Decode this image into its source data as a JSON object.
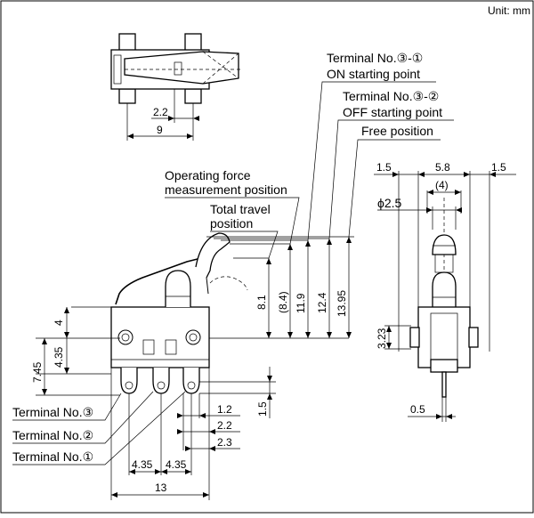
{
  "unit_label": "Unit: mm",
  "labels": {
    "on_start_1": "Terminal No.③-①",
    "on_start_2": "ON starting point",
    "off_start_1": "Terminal No.③-②",
    "off_start_2": "OFF starting point",
    "free_position": "Free position",
    "op_force_1": "Operating force",
    "op_force_2": "measurement position",
    "total_travel_1": "Total travel",
    "total_travel_2": "position",
    "terminal_3": "Terminal No.③",
    "terminal_2": "Terminal No.②",
    "terminal_1": "Terminal No.①"
  },
  "dims": {
    "top_2_2": "2.2",
    "top_9": "9",
    "h_8_1": "8.1",
    "h_8_4": "(8.4)",
    "h_11_9": "11.9",
    "h_12_4": "12.4",
    "h_13_95": "13.95",
    "left_4": "4",
    "left_4_35": "4.35",
    "left_7_45": "7.45",
    "right_1_5": "1.5",
    "b_1_2": "1.2",
    "b_2_2": "2.2",
    "b_2_3": "2.3",
    "b_4_35a": "4.35",
    "b_4_35b": "4.35",
    "b_13": "13",
    "side_1_5a": "1.5",
    "side_5_8": "5.8",
    "side_1_5b": "1.5",
    "side_4": "(4)",
    "side_phi": "ϕ2.5",
    "side_3_23": "3.23",
    "side_0_5": "0.5"
  }
}
